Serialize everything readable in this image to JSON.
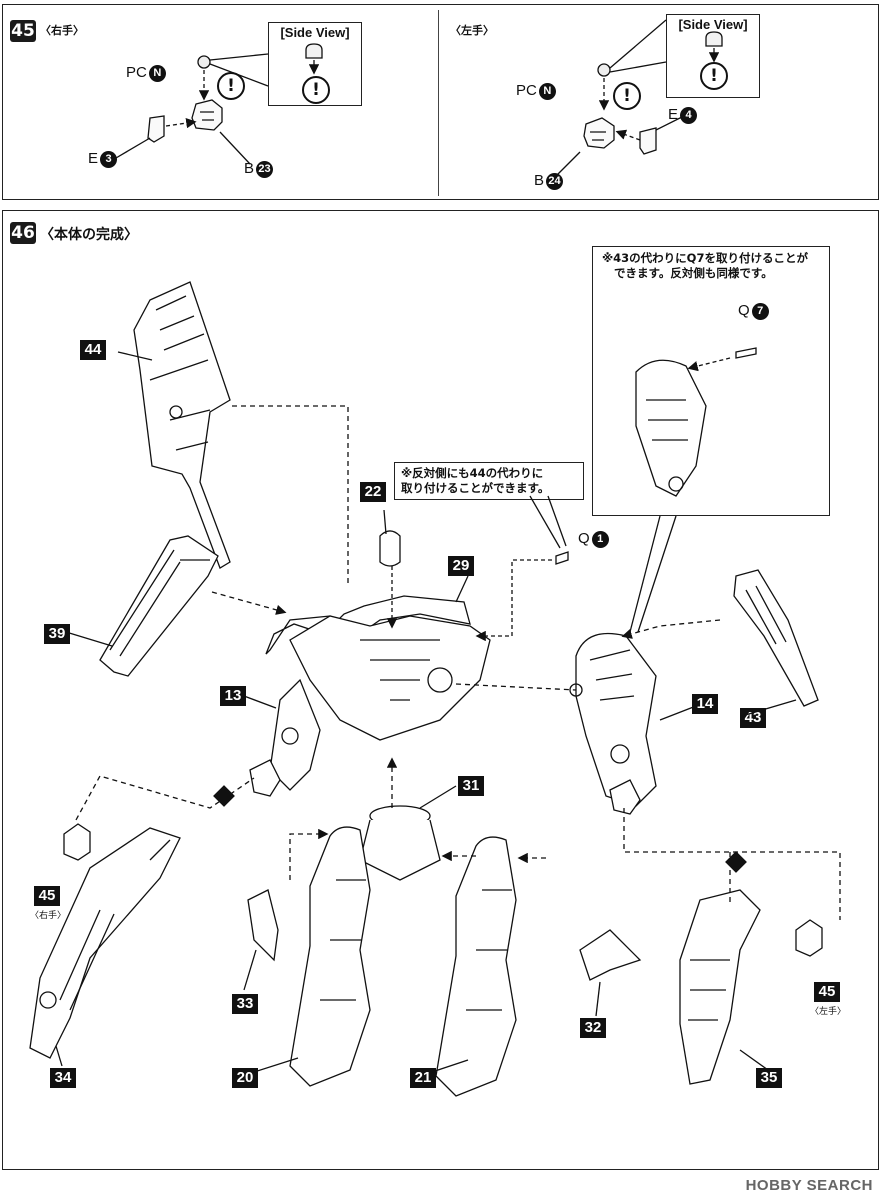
{
  "step45": {
    "number": "45",
    "left_title": "〈右手〉",
    "right_title": "〈左手〉",
    "side_view_label": "[Side View]",
    "left_labels": {
      "pc": "PC",
      "pc_num": "N",
      "e": "E",
      "e_num": "3",
      "b": "B",
      "b_num": "23"
    },
    "right_labels": {
      "pc": "PC",
      "pc_num": "N",
      "e": "E",
      "e_num": "4",
      "b": "B",
      "b_num": "24"
    },
    "caution_symbol": "!"
  },
  "step46": {
    "number": "46",
    "title": "〈本体の完成〉",
    "note_top_right": [
      "※43の代わりにQ7を取り付けることが",
      "できます。反対側も同様です。"
    ],
    "note_center": [
      "※反対側にも44の代わりに",
      "取り付けることができます。"
    ],
    "q7_label": "Q",
    "q7_num": "7",
    "q1_label": "Q",
    "q1_num": "1",
    "part_numbers": [
      "44",
      "22",
      "29",
      "39",
      "13",
      "14",
      "43",
      "31",
      "45",
      "33",
      "32",
      "45",
      "34",
      "20",
      "21",
      "35"
    ],
    "hand_right": "〈右手〉",
    "hand_left": "〈左手〉"
  },
  "watermark": "HOBBY SEARCH"
}
